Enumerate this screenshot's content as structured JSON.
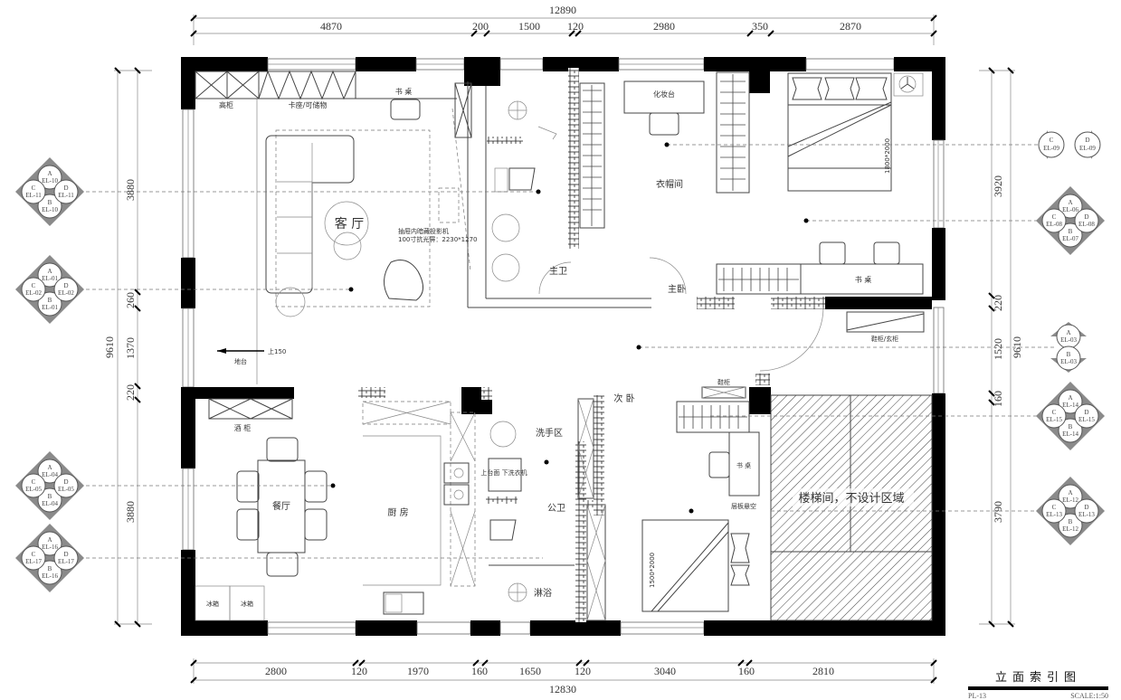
{
  "drawing": {
    "title": "立面索引图",
    "sheet_no": "PL-13",
    "scale": "SCALE:1:50"
  },
  "dimensions": {
    "top_total": "12890",
    "top_segments": [
      "4870",
      "200",
      "1500",
      "120",
      "2980",
      "350",
      "2870"
    ],
    "bottom_total": "12830",
    "bottom_segments": [
      "2800",
      "120",
      "1970",
      "160",
      "1650",
      "120",
      "3040",
      "160",
      "2810"
    ],
    "left_total": "9610",
    "left_segments": [
      "3880",
      "260",
      "1370",
      "220",
      "3880"
    ],
    "right_total": "9610",
    "right_segments": [
      "3920",
      "220",
      "1520",
      "160",
      "3790"
    ]
  },
  "rooms": {
    "living": "客 厅",
    "master_bath": "主卫",
    "cloakroom": "衣帽间",
    "master_bedroom": "主卧",
    "dining": "餐厅",
    "kitchen": "厨 房",
    "wash_area": "洗手区",
    "public_bath": "公卫",
    "second_bedroom": "次 卧",
    "shower": "淋浴",
    "stairwell": "楼梯间，不设计区域",
    "balcony": "地台"
  },
  "furniture_labels": {
    "tall_cabinet": "高柜",
    "bench_storage": "卡座/可储物",
    "desk_living": "书 桌",
    "projector_note_1": "抽屉内暗藏投影机",
    "projector_note_2": "100寸抗光屏：2230*1270",
    "vanity": "化妆台",
    "bed_size_master": "1800*2000",
    "desk_master": "书 桌",
    "shoe_cabinet_full": "鞋柜/玄柜",
    "wine_cabinet": "酒 柜",
    "fridge_1": "冰箱",
    "fridge_2": "冰箱",
    "washer": "上台面 下洗衣机",
    "shoe_cabinet": "鞋柜",
    "desk_second": "书 桌",
    "shelf": "层板悬空",
    "bed_size_second": "1500*2000",
    "step_up": "上150"
  },
  "elevation_markers": [
    {
      "id": "m1",
      "A": "EL-10",
      "B": "EL-10",
      "C": "EL-11",
      "D": "EL-11"
    },
    {
      "id": "m2",
      "A": "EL-01",
      "B": "EL-01",
      "C": "EL-02",
      "D": "EL-02"
    },
    {
      "id": "m3",
      "A": "EL-04",
      "B": "EL-04",
      "C": "EL-05",
      "D": "EL-05"
    },
    {
      "id": "m4",
      "A": "EL-16",
      "B": "EL-16",
      "C": "EL-17",
      "D": "EL-17"
    },
    {
      "id": "m5",
      "C": "EL-09",
      "D": "EL-09"
    },
    {
      "id": "m6",
      "A": "EL-06",
      "B": "EL-07",
      "C": "EL-08",
      "D": "EL-08"
    },
    {
      "id": "m7",
      "A": "EL-03",
      "B": "EL-03"
    },
    {
      "id": "m8",
      "A": "EL-14",
      "B": "EL-14",
      "C": "EL-15",
      "D": "EL-15"
    },
    {
      "id": "m9",
      "A": "EL-12",
      "B": "EL-12",
      "C": "EL-13",
      "D": "EL-13"
    }
  ]
}
